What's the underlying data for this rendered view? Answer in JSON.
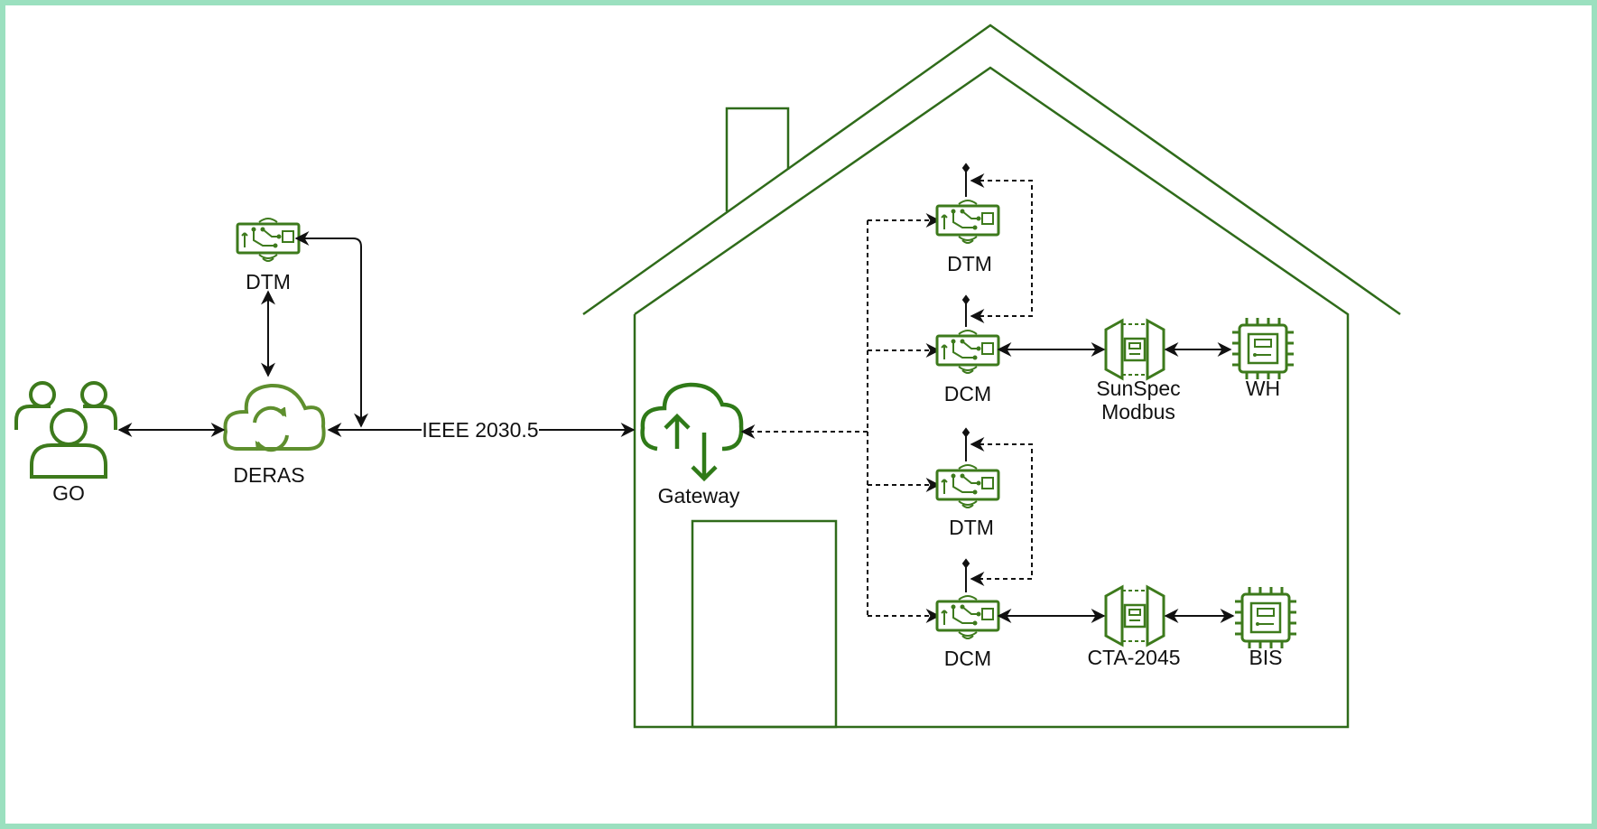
{
  "colors": {
    "accent": "#3d7a1c",
    "frame": "#9be0bf",
    "line": "#111111",
    "house": "#2f6b1a"
  },
  "labels": {
    "go": "GO",
    "deras": "DERAS",
    "dtm_top": "DTM",
    "link": "IEEE 2030.5",
    "gateway": "Gateway",
    "dtm_1": "DTM",
    "dcm_1": "DCM",
    "sunspec_1": "SunSpec",
    "sunspec_2": "Modbus",
    "wh": "WH",
    "dtm_2": "DTM",
    "dcm_2": "DCM",
    "cta": "CTA-2045",
    "bis": "BIS"
  },
  "icons": [
    "users-icon",
    "cloud-sync-icon",
    "circuit-board-icon",
    "cloud-transfer-icon",
    "network-adapter-icon",
    "chip-icon"
  ]
}
